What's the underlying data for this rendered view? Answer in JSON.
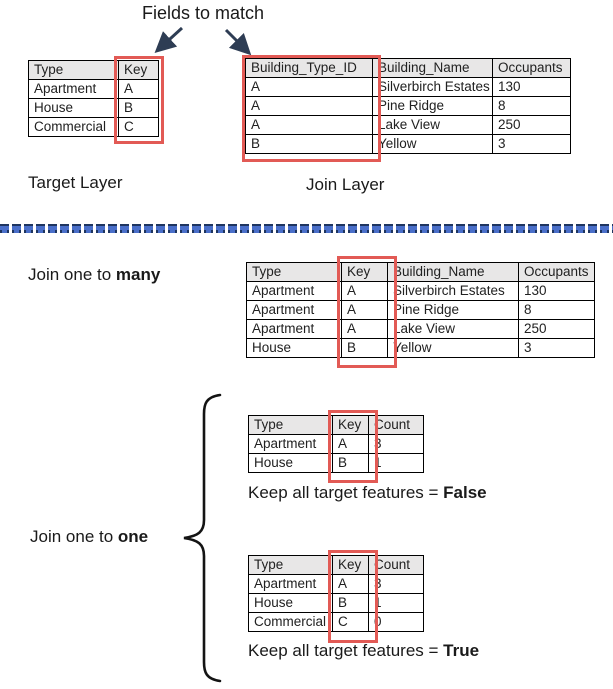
{
  "labels": {
    "fields_to_match": "Fields to match",
    "target_layer": "Target Layer",
    "join_layer": "Join Layer",
    "join_many": {
      "prefix": "Join one to ",
      "emphasis": "many"
    },
    "join_one": {
      "prefix": "Join one to ",
      "emphasis": "one"
    },
    "keep_false": {
      "prefix": "Keep all target features = ",
      "emphasis": "False"
    },
    "keep_true": {
      "prefix": "Keep all target features = ",
      "emphasis": "True"
    }
  },
  "tables": {
    "target": {
      "headers": [
        "Type",
        "Key"
      ],
      "rows": [
        [
          "Apartment",
          "A"
        ],
        [
          "House",
          "B"
        ],
        [
          "Commercial",
          "C"
        ]
      ]
    },
    "join": {
      "headers": [
        "Building_Type_ID",
        "Building_Name",
        "Occupants"
      ],
      "rows": [
        [
          "A",
          "Silverbirch Estates",
          "130"
        ],
        [
          "A",
          "Pine Ridge",
          "8"
        ],
        [
          "A",
          "Lake View",
          "250"
        ],
        [
          "B",
          "Yellow",
          "3"
        ]
      ]
    },
    "one_to_many": {
      "headers": [
        "Type",
        "Key",
        "Building_Name",
        "Occupants"
      ],
      "rows": [
        [
          "Apartment",
          "A",
          "Silverbirch Estates",
          "130"
        ],
        [
          "Apartment",
          "A",
          "Pine Ridge",
          "8"
        ],
        [
          "Apartment",
          "A",
          "Lake View",
          "250"
        ],
        [
          "House",
          "B",
          "Yellow",
          "3"
        ]
      ]
    },
    "one_to_one_false": {
      "headers": [
        "Type",
        "Key",
        "Count"
      ],
      "rows": [
        [
          "Apartment",
          "A",
          "3"
        ],
        [
          "House",
          "B",
          "1"
        ]
      ]
    },
    "one_to_one_true": {
      "headers": [
        "Type",
        "Key",
        "Count"
      ],
      "rows": [
        [
          "Apartment",
          "A",
          "3"
        ],
        [
          "House",
          "B",
          "1"
        ],
        [
          "Commercial",
          "C",
          "0"
        ]
      ]
    }
  },
  "colors": {
    "highlight_red": "#e25a55",
    "divider_blue": "#4a6fc9",
    "divider_navy": "#1e3560",
    "arrow": "#2e3d54",
    "header_gray": "#e8e7e7",
    "table_border": "#000000"
  }
}
